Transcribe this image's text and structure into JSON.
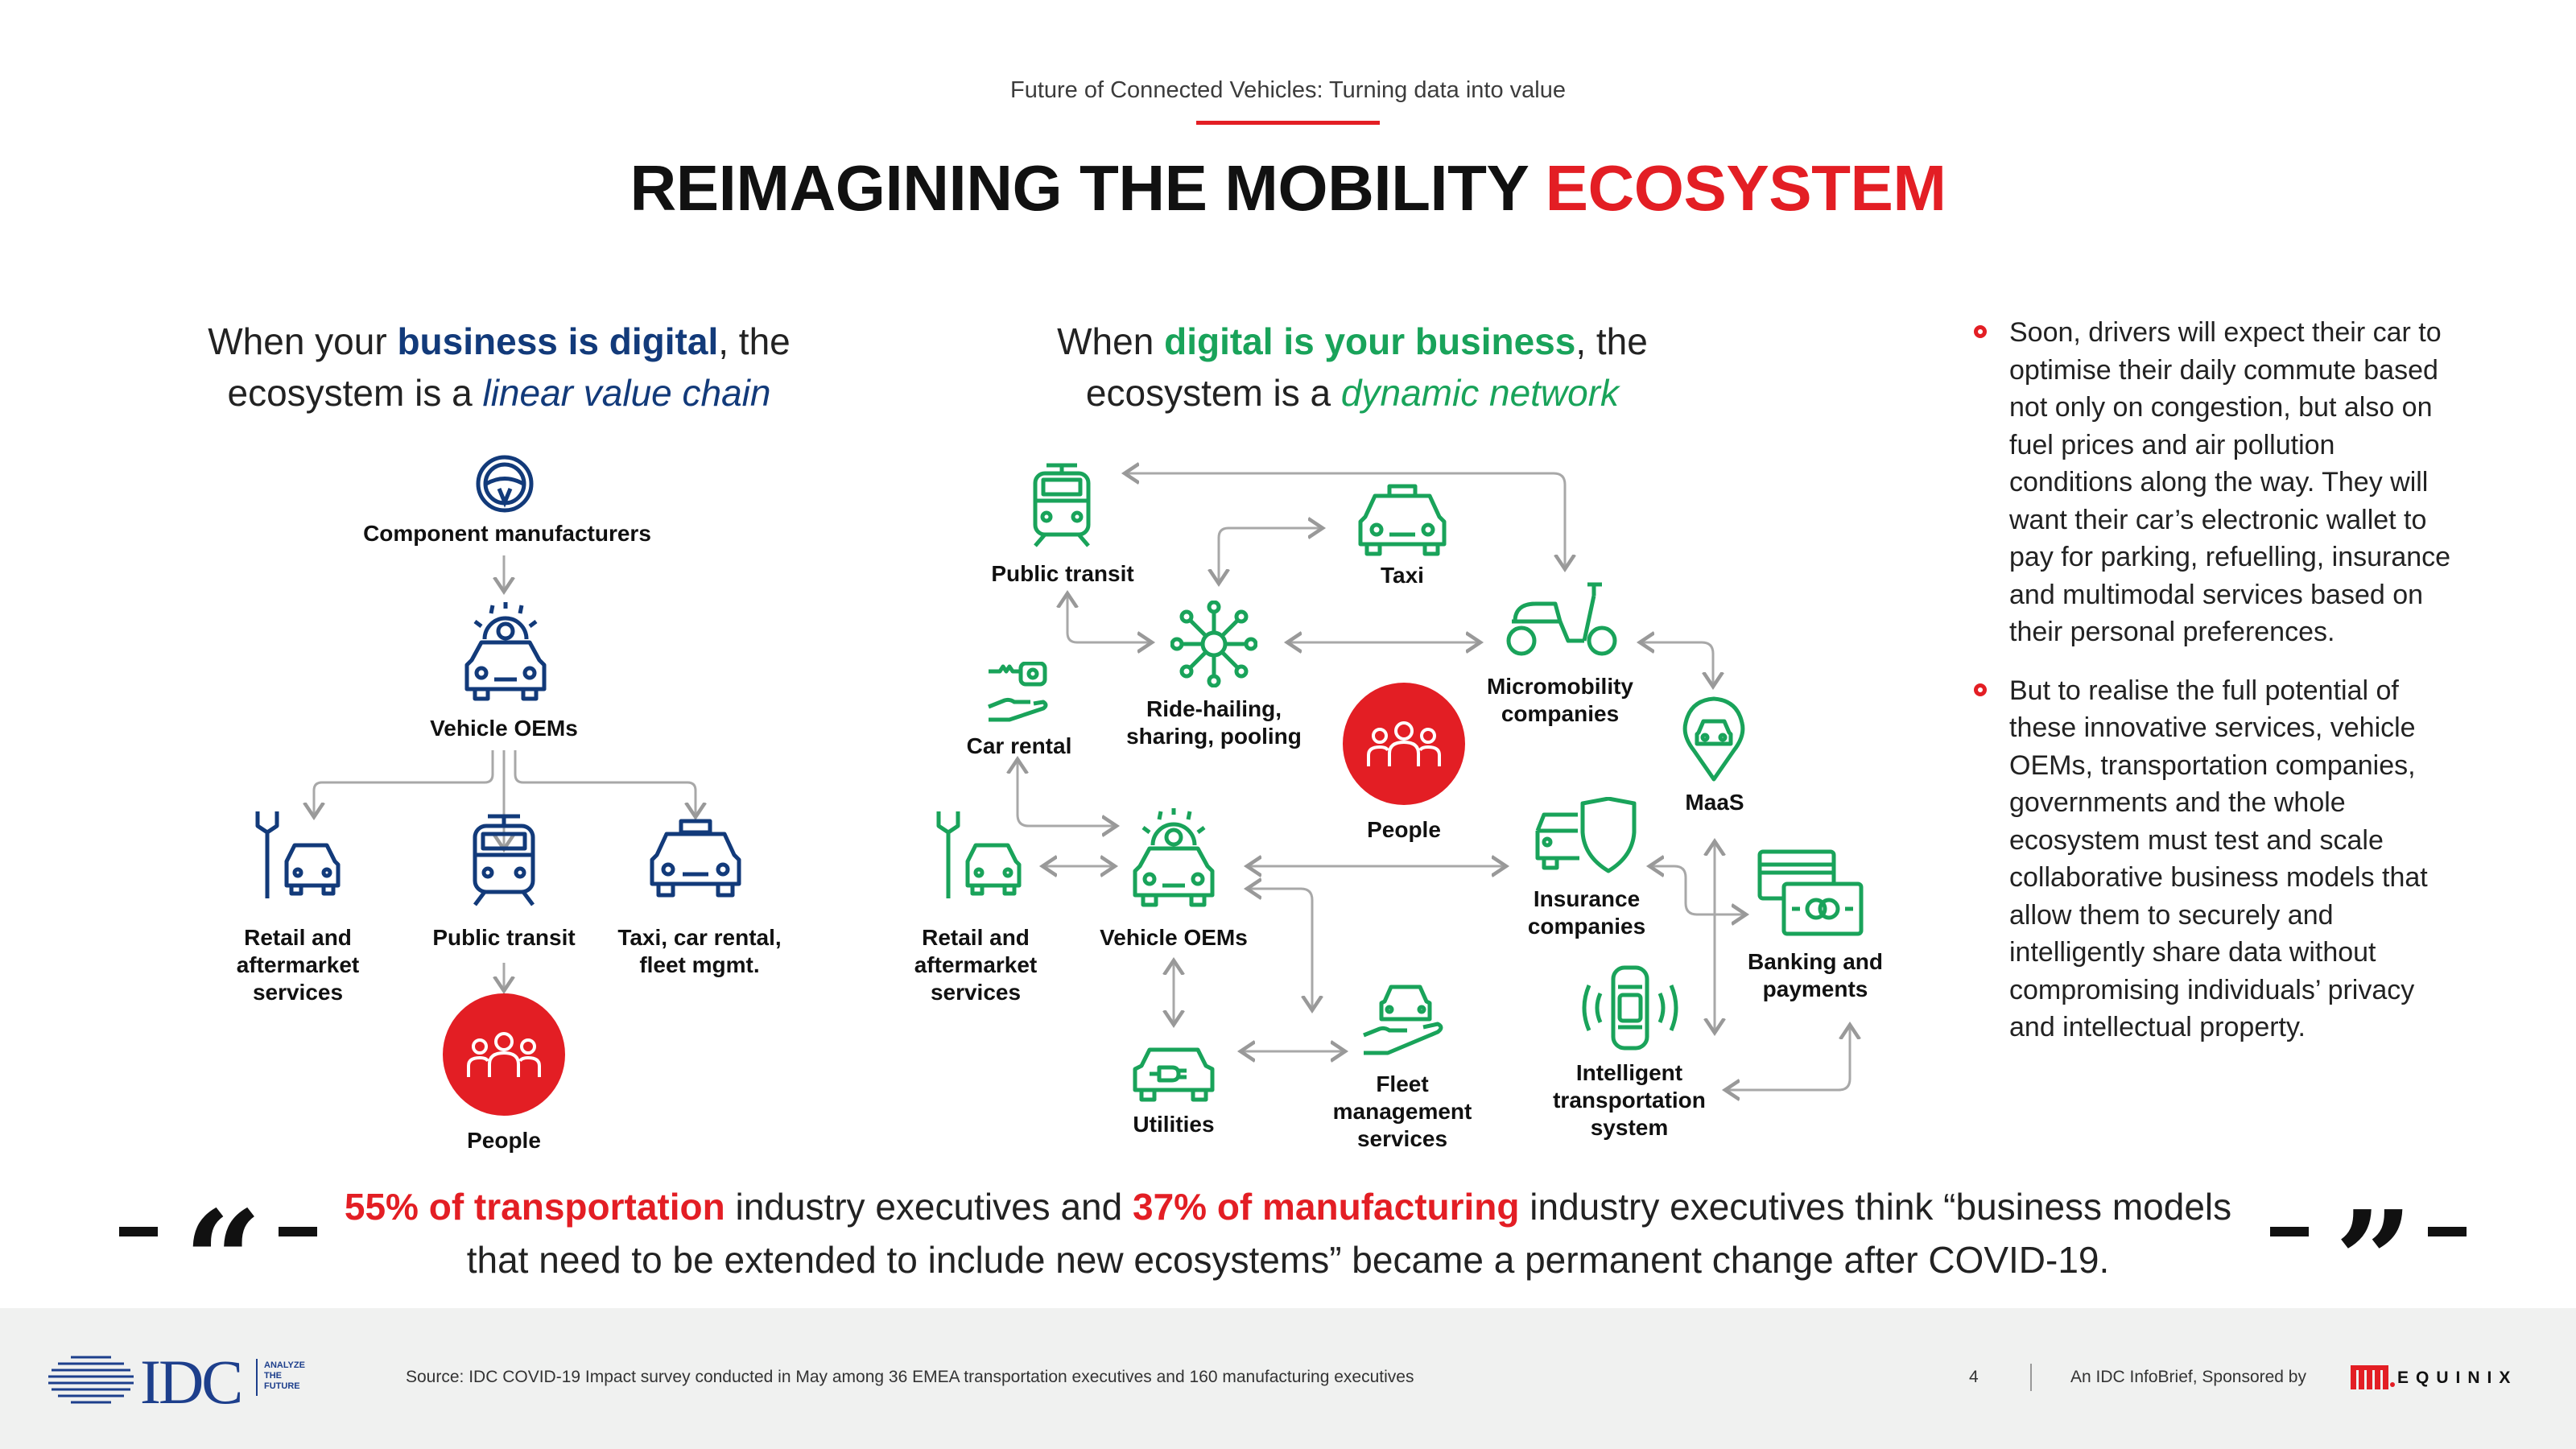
{
  "header": {
    "kicker": "Future of Connected Vehicles: Turning data into value",
    "title_main": "REIMAGINING THE MOBILITY ",
    "title_accent": "ECOSYSTEM"
  },
  "left_column": {
    "heading_pre": "When your ",
    "heading_bold": "business is digital",
    "heading_post": ", the",
    "heading_line2_pre": "ecosystem is a ",
    "heading_line2_italic": "linear value chain",
    "nodes": {
      "component_manufacturers": "Component manufacturers",
      "vehicle_oems": "Vehicle OEMs",
      "retail_line1": "Retail and",
      "retail_line2": "aftermarket",
      "retail_line3": "services",
      "public_transit": "Public transit",
      "taxi_line1": "Taxi, car rental,",
      "taxi_line2": "fleet mgmt.",
      "people": "People"
    }
  },
  "middle_column": {
    "heading_pre": "When ",
    "heading_bold": "digital is your business",
    "heading_post": ", the",
    "heading_line2_pre": "ecosystem is a ",
    "heading_line2_italic": "dynamic network",
    "nodes": {
      "public_transit": "Public transit",
      "taxi": "Taxi",
      "car_rental": "Car rental",
      "ride_line1": "Ride-hailing,",
      "ride_line2": "sharing, pooling",
      "micro_line1": "Micromobility",
      "micro_line2": "companies",
      "people": "People",
      "maas": "MaaS",
      "retail_line1": "Retail and",
      "retail_line2": "aftermarket",
      "retail_line3": "services",
      "vehicle_oems": "Vehicle OEMs",
      "insurance_line1": "Insurance",
      "insurance_line2": "companies",
      "banking_line1": "Banking and",
      "banking_line2": "payments",
      "utilities": "Utilities",
      "fleet_line1": "Fleet",
      "fleet_line2": "management",
      "fleet_line3": "services",
      "its_line1": "Intelligent",
      "its_line2": "transportation",
      "its_line3": "system"
    }
  },
  "right_column": {
    "bullets": [
      "Soon, drivers will expect their car to optimise their daily commute based not only on congestion, but also on fuel prices and air pollution conditions along the way. They will want their car’s electronic wallet to pay for parking, refuelling, insurance and multimodal services based on their personal preferences.",
      "But to realise the full potential of these innovative services, vehicle OEMs, transportation companies, governments and the whole ecosystem must test and scale collaborative business models that allow them to securely and intelligently share data without compromising individuals’ privacy and intellectual property."
    ]
  },
  "quote": {
    "open_mark": "“",
    "close_mark": "”",
    "hl1": "55% of transportation",
    "text1": " industry executives and ",
    "hl2": "37% of manufacturing",
    "text2": " industry executives think “business models that need to be extended to include new ecosystems” became a permanent change after COVID-19."
  },
  "footer": {
    "logo_text": "IDC",
    "logo_tagline_1": "ANALYZE",
    "logo_tagline_2": "THE",
    "logo_tagline_3": "FUTURE",
    "source": "Source: IDC COVID-19 Impact survey conducted in May among 36 EMEA transportation executives and 160 manufacturing executives",
    "page_number": "4",
    "sponsor": "An IDC InfoBrief, Sponsored by",
    "sponsor_logo_text": "EQUINIX"
  },
  "colors": {
    "accent_red": "#e31e24",
    "navy": "#123a7a",
    "green": "#19a35a",
    "footer_bg": "#f0f1f0"
  },
  "icons": [
    "steering-wheel-icon",
    "car-gear-icon",
    "wrench-car-icon",
    "tram-icon",
    "taxi-icon",
    "people-icon",
    "car-key-icon",
    "network-hub-icon",
    "scooter-icon",
    "map-pin-car-icon",
    "shield-car-icon",
    "payment-card-icon",
    "plug-car-icon",
    "hand-car-icon",
    "car-signal-icon"
  ]
}
